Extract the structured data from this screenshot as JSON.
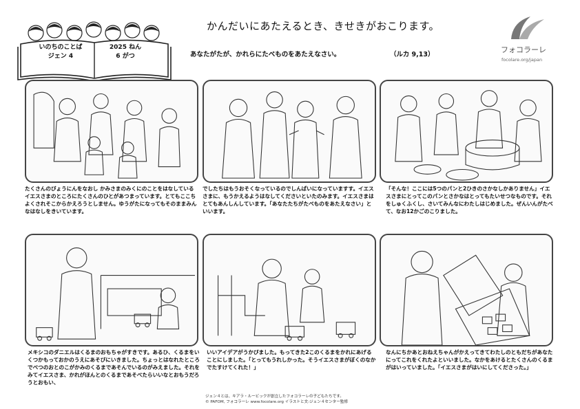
{
  "header": {
    "title": "かんだいにあたえるとき、きせきがおこります。",
    "quote": "あなたがたが、かれらにたべものをあたえなさい。",
    "quote_ref": "（ルカ 9,13）"
  },
  "book": {
    "left_line1": "いのちのことば",
    "left_line2": "ジェン 4",
    "right_line1": "2025 ねん",
    "right_line2": "6 がつ"
  },
  "logo": {
    "name": "フォコラーレ",
    "url": "focolare.org/japan"
  },
  "panels": [
    {
      "caption": "たくさんのびょうにんをなおし かみさまのみくにのことをはなしているイエスさまのところにたくさんのひとがあつまっています。とてもここちよくされそこからかえろうとしません。ゆうがたになってもそのままみんなはなしをきいています。"
    },
    {
      "caption": "でしたちはもうおそくなっているのでしんぱいになっていますす。イエスさまに、もうかえるようはなしてくださいといたのみます。イエスさまはとてもあんしんしています。「あなたたちがたべものをあたえなさい」といいます。"
    },
    {
      "caption": "「そんな！ここには5つのパンと2ひきのさかなしかありません」イエスさまにとってこのパンとさかなはとってもたいせつなものです。それをしゅくふくし、さいてみんなにわたしはじめました。ぜんいんがたべて、なお12かごのこりました。"
    },
    {
      "caption": "メキシコのダニエルはくるまのおもちゃがすきです。あるひ、くるまをいくつかもっておかのうえにあそびにいきました。ちょっとはなれたところでべつのおとのこがかみのくるまであそんでいるのがみえました。それをみてイエスさま、かれがほんとのくるまであそべたらいいなとおもうだろうとおもい、"
    },
    {
      "caption": "いいアイデアがうかびました。もってきた2このくるまをかれにあげることにしました。「とってもうれしかった。そうイエスさまがぼくのなかでたすけてくれた！」"
    },
    {
      "caption": "なんにちかあとおねえちゃんがかえってきてわたしのともだちがあなたにってこれをくれたよといいました。なかをあけるとたくさんのくるまがはいっていました。「イエスさまがはいにしてくださった。」"
    }
  ],
  "footer": {
    "line1": "ジェン４とは、キアラ・ルービックが創立したフォコラーレの子どもたちです。",
    "line2": "© PAFOM, フォコラーレ www.focolare.org  イラストと文:ジェン４センター監修"
  }
}
